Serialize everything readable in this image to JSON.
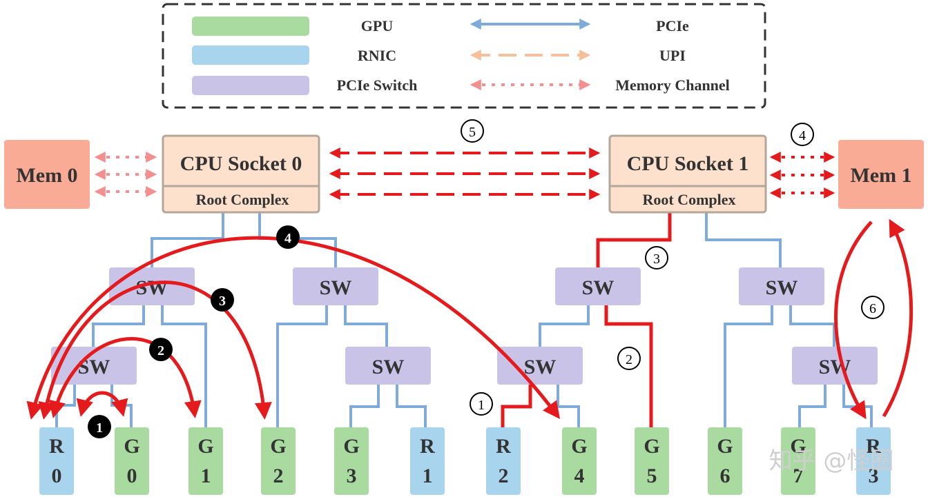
{
  "legend": {
    "gpu": "GPU",
    "rnic": "RNIC",
    "pcie_switch": "PCIe Switch",
    "pcie": "PCIe",
    "upi": "UPI",
    "memory_channel": "Memory Channel"
  },
  "memory": {
    "mem0": "Mem 0",
    "mem1": "Mem 1"
  },
  "cpu": {
    "socket0": "CPU Socket 0",
    "socket1": "CPU Socket 1",
    "root_complex": "Root Complex"
  },
  "switch_label": "SW",
  "devices": [
    {
      "top": "R",
      "bottom": "0"
    },
    {
      "top": "G",
      "bottom": "0"
    },
    {
      "top": "G",
      "bottom": "1"
    },
    {
      "top": "G",
      "bottom": "2"
    },
    {
      "top": "G",
      "bottom": "3"
    },
    {
      "top": "R",
      "bottom": "1"
    },
    {
      "top": "R",
      "bottom": "2"
    },
    {
      "top": "G",
      "bottom": "4"
    },
    {
      "top": "G",
      "bottom": "5"
    },
    {
      "top": "G",
      "bottom": "6"
    },
    {
      "top": "G",
      "bottom": "7"
    },
    {
      "top": "R",
      "bottom": "3"
    }
  ],
  "markers": {
    "filled": [
      "1",
      "2",
      "3",
      "4"
    ],
    "outlined": [
      "1",
      "2",
      "3",
      "4",
      "5",
      "6"
    ]
  },
  "watermark": "知乎 @怪圈",
  "colors": {
    "gpu": "#a9dba0",
    "rnic": "#a9d4ee",
    "switch": "#c9c3e8",
    "cpu": "#fde1cd",
    "cpu_border": "#b3a69a",
    "memory": "#f9ab96",
    "pcie": "#7fabdb",
    "upi": "#f6c19a",
    "memory_channel": "#f48f8f",
    "path": "#e41a1c"
  }
}
